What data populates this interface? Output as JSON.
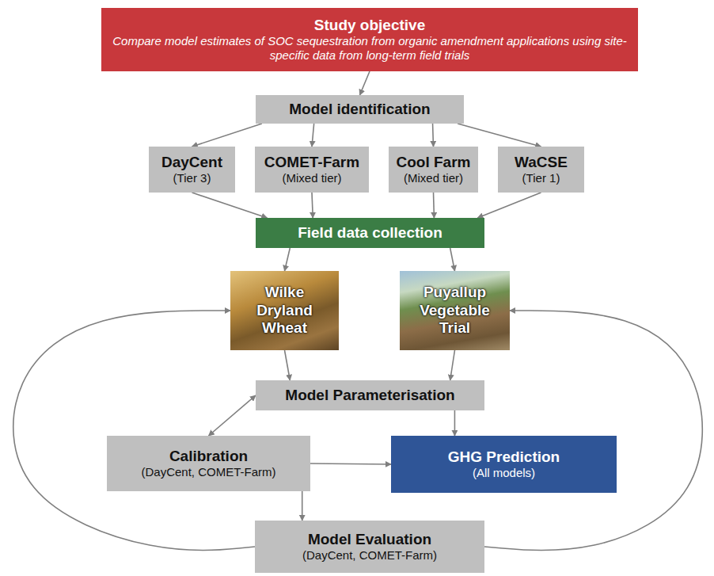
{
  "diagram": {
    "nodes": [
      {
        "text": [
          "Study objective",
          "Compare model estimates of SOC sequestration from organic amendment applications using site-specific data from long-term field trials"
        ]
      },
      {
        "text": [
          "Model identification"
        ]
      },
      {
        "text": [
          "DayCent",
          "(Tier 3)"
        ]
      },
      {
        "text": [
          "COMET-Farm",
          "(Mixed tier)"
        ]
      },
      {
        "text": [
          "Cool Farm",
          "(Mixed tier)"
        ]
      },
      {
        "text": [
          "WaCSE",
          "(Tier 1)"
        ]
      },
      {
        "text": [
          "Field data collection"
        ]
      },
      {
        "text": [
          "Wilke Dryland Wheat"
        ]
      },
      {
        "text": [
          "Puyallup Vegetable Trial"
        ]
      },
      {
        "text": [
          "Model Parameterisation"
        ]
      },
      {
        "text": [
          "Calibration",
          "(DayCent, COMET-Farm)"
        ]
      },
      {
        "text": [
          "GHG Prediction",
          "(All models)"
        ]
      },
      {
        "text": [
          "Model Evaluation",
          "(DayCent, COMET-Farm)"
        ]
      }
    ],
    "edges": [
      {
        "from": 0,
        "to": 1,
        "arrow": "to"
      },
      {
        "from": 1,
        "to": 2,
        "arrow": "to"
      },
      {
        "from": 1,
        "to": 3,
        "arrow": "to"
      },
      {
        "from": 1,
        "to": 4,
        "arrow": "to"
      },
      {
        "from": 1,
        "to": 5,
        "arrow": "to"
      },
      {
        "from": 2,
        "to": 6,
        "arrow": "to"
      },
      {
        "from": 3,
        "to": 6,
        "arrow": "to"
      },
      {
        "from": 4,
        "to": 6,
        "arrow": "to"
      },
      {
        "from": 5,
        "to": 6,
        "arrow": "to"
      },
      {
        "from": 6,
        "to": 7,
        "arrow": "to"
      },
      {
        "from": 6,
        "to": 8,
        "arrow": "to"
      },
      {
        "from": 7,
        "to": 9,
        "arrow": "to"
      },
      {
        "from": 8,
        "to": 9,
        "arrow": "to"
      },
      {
        "from": 10,
        "to": 9,
        "arrow": "both"
      },
      {
        "from": 9,
        "to": 11,
        "arrow": "to"
      },
      {
        "from": 10,
        "to": 11,
        "arrow": "to"
      },
      {
        "from": 10,
        "to": 12,
        "arrow": "to"
      },
      {
        "from": 12,
        "to": 7,
        "arrow": "to"
      },
      {
        "from": 12,
        "to": 8,
        "arrow": "to"
      }
    ]
  }
}
